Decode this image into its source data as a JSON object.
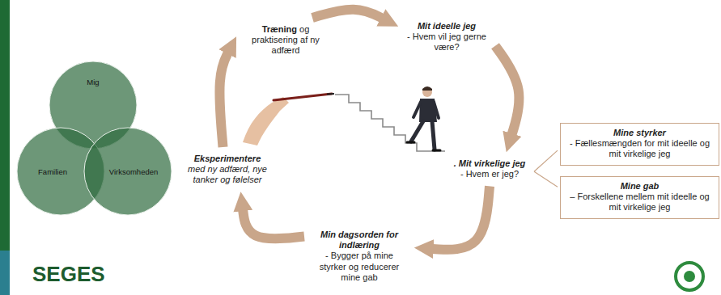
{
  "diagram": {
    "nodes": [
      {
        "text": [
          "Mig"
        ]
      },
      {
        "text": [
          "Familien"
        ]
      },
      {
        "text": [
          "Virksomheden"
        ]
      },
      {
        "text": [
          "Træning og praktisering af ny adfærd"
        ]
      },
      {
        "text": [
          "Mit ideelle jeg",
          "- Hvem vil jeg gerne være?"
        ]
      },
      {
        "text": [
          ". Mit virkelige jeg",
          "- Hvem er jeg?"
        ]
      },
      {
        "text": [
          "Min dagsorden for indlæring",
          "- Bygger på mine styrker og reducerer mine gab"
        ]
      },
      {
        "text": [
          "Eksperimentere med ny adfærd, nye tanker og følelser"
        ]
      },
      {
        "text": [
          "Mine styrker",
          "- Fællesmængden for mit ideelle og mit virkelige jeg"
        ]
      },
      {
        "text": [
          "Mine gab",
          "– Forskellene mellem mit ideelle og mit virkelige jeg"
        ]
      }
    ],
    "edges": [
      {
        "from": 3,
        "to": 4,
        "arrow": "to"
      },
      {
        "from": 4,
        "to": 5,
        "arrow": "to"
      },
      {
        "from": 5,
        "to": 6,
        "arrow": "to"
      },
      {
        "from": 6,
        "to": 7,
        "arrow": "to"
      },
      {
        "from": 7,
        "to": 3,
        "arrow": "to"
      },
      {
        "from": 5,
        "to": 8,
        "arrow": "none"
      },
      {
        "from": 5,
        "to": 9,
        "arrow": "none"
      }
    ],
    "labels": [
      "SEGES"
    ]
  }
}
